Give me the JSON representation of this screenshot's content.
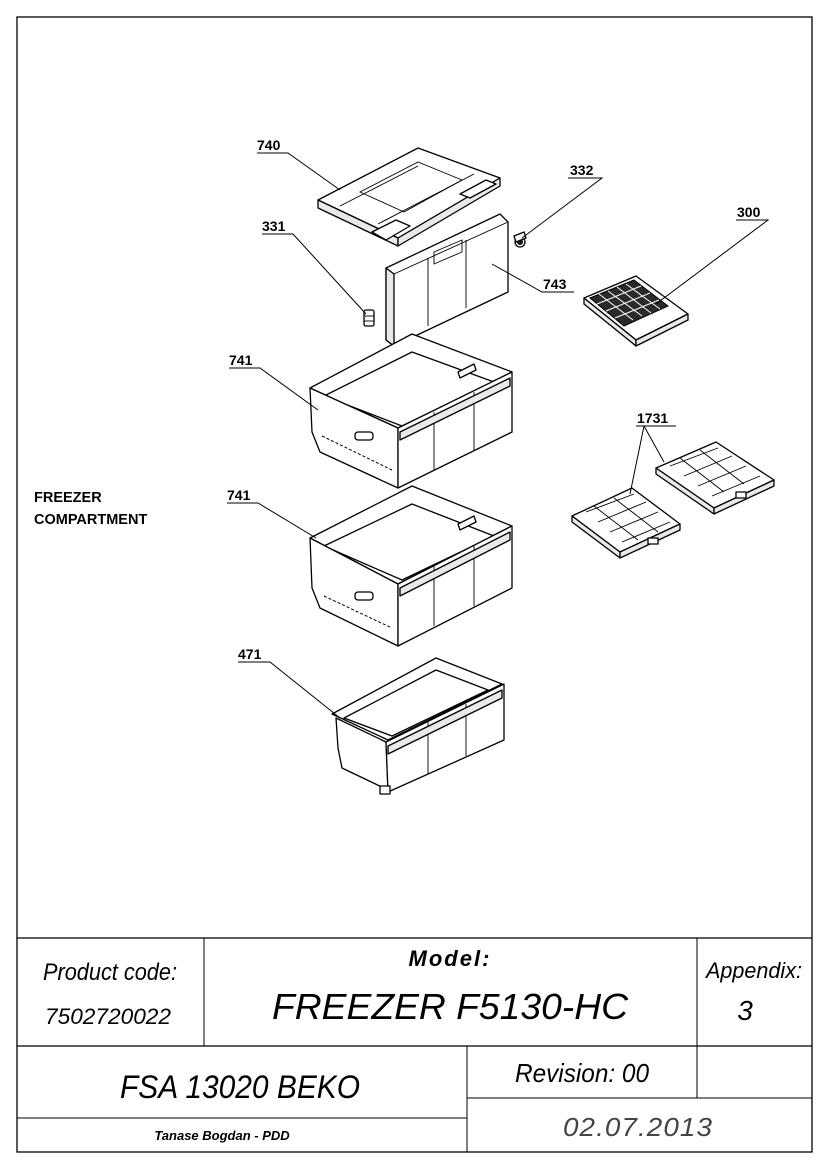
{
  "drawing": {
    "side_label_line1": "FREEZER",
    "side_label_line2": "COMPARTMENT",
    "part_labels": {
      "p740": "740",
      "p332": "332",
      "p331": "331",
      "p300": "300",
      "p743": "743",
      "p741a": "741",
      "p1731": "1731",
      "p741b": "741",
      "p471": "471"
    }
  },
  "title_block": {
    "product_code_label": "Product code:",
    "product_code_value": "7502720022",
    "model_label": "Model:",
    "model_value": "FREEZER F5130-HC",
    "appendix_label": "Appendix:",
    "appendix_value": "3",
    "variant": "FSA 13020 BEKO",
    "revision": "Revision: 00",
    "author": "Tanase Bogdan - PDD",
    "date": "02.07.2013"
  }
}
